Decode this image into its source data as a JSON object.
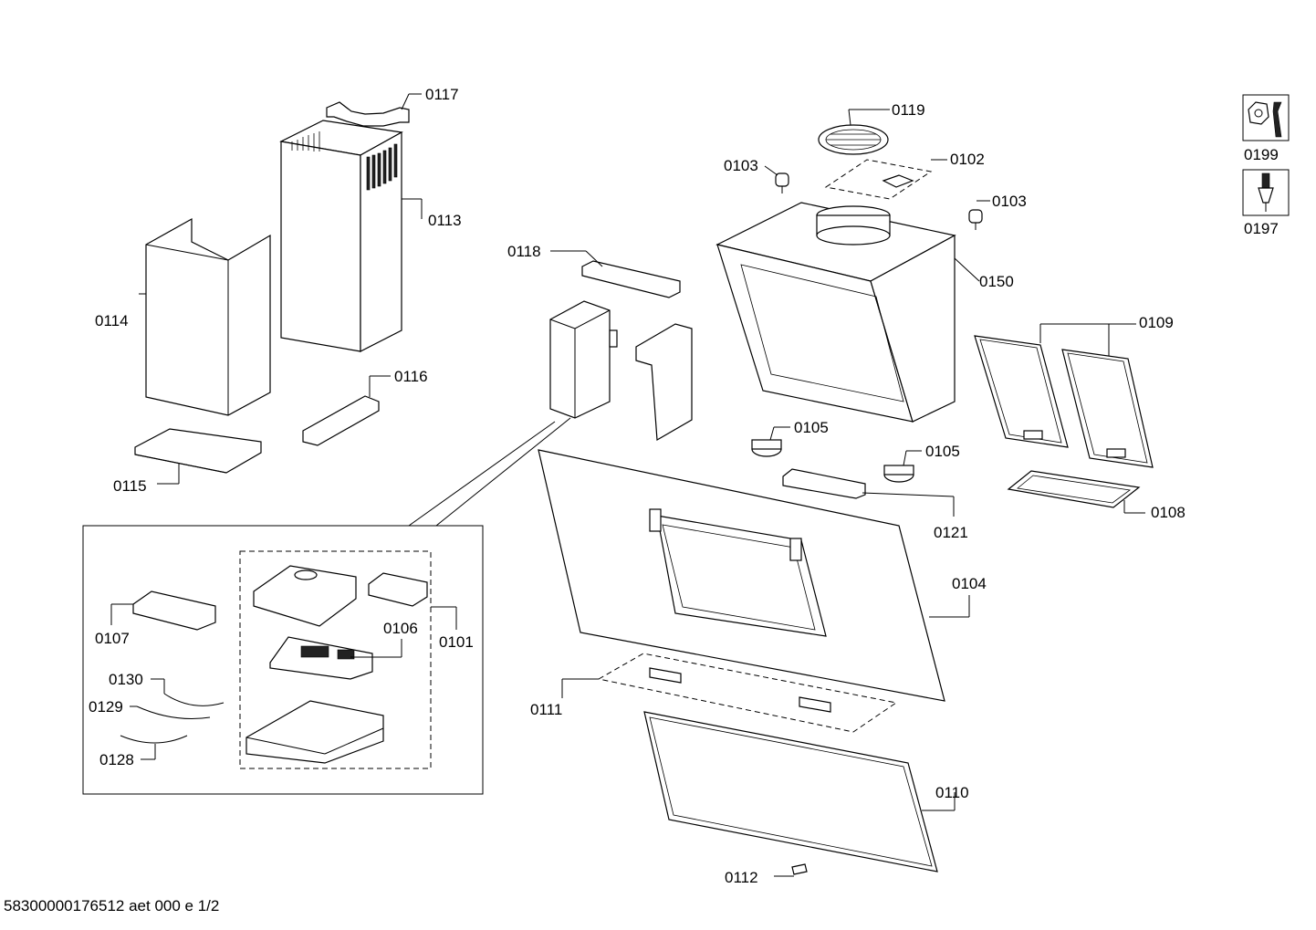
{
  "labels": {
    "p0117": "0117",
    "p0113": "0113",
    "p0114": "0114",
    "p0116": "0116",
    "p0115": "0115",
    "p0118": "0118",
    "p0119": "0119",
    "p0102": "0102",
    "p0103a": "0103",
    "p0103b": "0103",
    "p0150": "0150",
    "p0109": "0109",
    "p0105a": "0105",
    "p0105b": "0105",
    "p0108": "0108",
    "p0121": "0121",
    "p0104": "0104",
    "p0107": "0107",
    "p0106": "0106",
    "p0101": "0101",
    "p0130": "0130",
    "p0129": "0129",
    "p0128": "0128",
    "p0111": "0111",
    "p0110": "0110",
    "p0112": "0112",
    "p0199": "0199",
    "p0197": "0197"
  },
  "footer": "58300000176512 aet 000 e 1/2",
  "icons": [
    "nut-wrench-icon",
    "screwdriver-icon"
  ]
}
